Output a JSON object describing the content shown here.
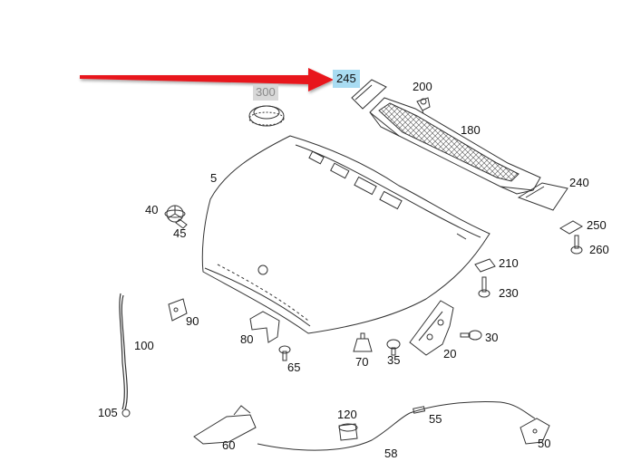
{
  "labels": {
    "l245": "245",
    "l300": "300",
    "l200": "200",
    "l180": "180",
    "l5": "5",
    "l240": "240",
    "l40": "40",
    "l45": "45",
    "l250": "250",
    "l260": "260",
    "l210": "210",
    "l230": "230",
    "l90": "90",
    "l100": "100",
    "l80": "80",
    "l65": "65",
    "l70": "70",
    "l35": "35",
    "l20": "20",
    "l30": "30",
    "l105": "105",
    "l120": "120",
    "l55": "55",
    "l60": "60",
    "l58": "58",
    "l50": "50"
  },
  "colors": {
    "arrow": "#e8161b",
    "highlight_blue": "#a9dcf2",
    "highlight_gray": "#d8d8d8",
    "line": "#333333"
  }
}
